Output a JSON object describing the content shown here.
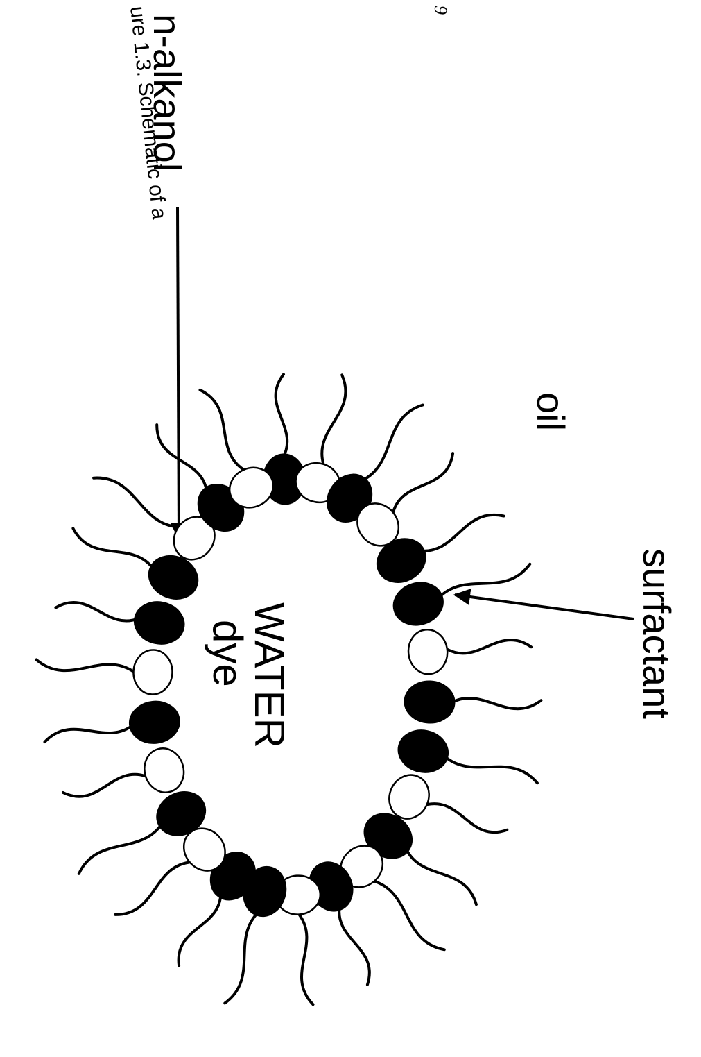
{
  "page_number": "9",
  "caption": "ure 1.3.  Schematic of a",
  "labels": {
    "alkanol": "n-alkanol",
    "oil": "oil",
    "surfactant": "surfactant",
    "water": "WATER",
    "dye": "dye"
  },
  "legend_colors": {
    "surfactant_head": "#000000",
    "alkanol_head": "#ffffff",
    "ink": "#000000"
  }
}
